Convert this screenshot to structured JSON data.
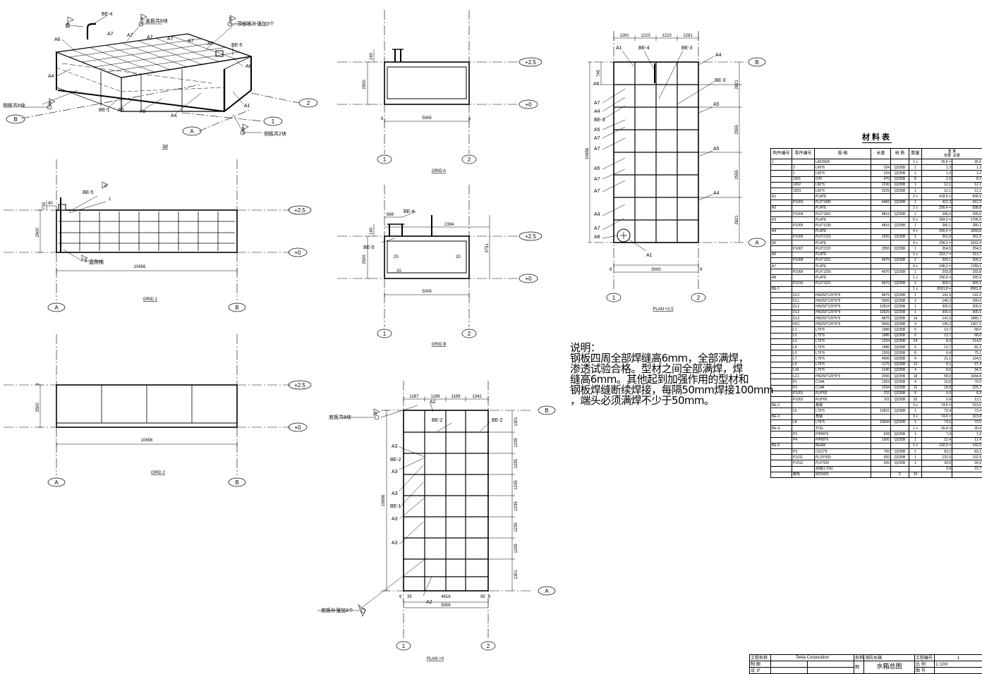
{
  "view_3d": {
    "caption": "3d",
    "labels": {
      "be4": "BE-4",
      "be5": "BE-5",
      "be1": "BE-1",
      "a1": "A1",
      "a4": "A4",
      "a5": "A5",
      "a6": "A6",
      "a7": "A7",
      "a8": "A8",
      "n6": "6",
      "n8": "8"
    },
    "notes": {
      "cover": "盖板共8块",
      "top_stiff": "顶部板补强加3个",
      "side8": "侧板共8块",
      "side2": "侧板共2块"
    },
    "axes": {
      "a": "A",
      "b": "B",
      "one": "1",
      "two": "2"
    }
  },
  "grid1": {
    "caption": "GRID 1",
    "level_top": "+2.5",
    "level_zero": "+0",
    "length": "10656",
    "height": "2500",
    "dim_733": "733",
    "dim_40": "40",
    "be5": "BE-5",
    "ladder_note": "直爬梯",
    "n6": "6",
    "n1": "1",
    "axis_a": "A",
    "axis_b": "B"
  },
  "grid2": {
    "caption": "GRID 2",
    "level_top": "+2.5",
    "level_zero": "+0",
    "length": "10656",
    "height": "2500",
    "dim5": "5",
    "axis_a": "A",
    "axis_b": "B"
  },
  "grid_a": {
    "caption": "GRID A",
    "level_top": "+2.5",
    "level_zero": "+0",
    "width": "5006",
    "height": "2500",
    "dim140": "140",
    "dim6": "6",
    "axis1": "1",
    "axis2": "2"
  },
  "grid_b": {
    "caption": "GRID B",
    "level_top": "+2.5",
    "level_zero": "+0",
    "width": "5006",
    "height": "2500",
    "dim140": "140",
    "dim3751": "3751",
    "d669": "669",
    "d2384": "2384",
    "d20": "20",
    "be4": "BE-4",
    "be5": "BE-5",
    "axis1": "1",
    "axis2": "2"
  },
  "plan0": {
    "caption": "PLAN +0",
    "width": "5006",
    "length": "10656",
    "level_zero": "+0",
    "top_dims": [
      "1267",
      "1199",
      "1199",
      "1342"
    ],
    "side_dims": [
      "1301",
      "1235",
      "1235",
      "1235",
      "1235",
      "1235",
      "1235",
      "1301"
    ],
    "bottom_dims": {
      "d6": "6",
      "d35": "35",
      "d4816": "4816",
      "d95": "95",
      "d6b": "6"
    },
    "labels": {
      "a2": "A2",
      "a3": "A3",
      "be1": "BE-1",
      "be2": "BE-2"
    },
    "notes": {
      "bottom": "底板共8块",
      "stiff": "底板补强加3个"
    },
    "axis_b": "B",
    "axis_a": "A",
    "axis1": "1",
    "axis2": "2"
  },
  "plan25": {
    "caption": "PLAN +2.5",
    "width": "5000",
    "length": "10656",
    "top_dims": [
      "1281",
      "1223",
      "1223",
      "1281"
    ],
    "side_dims": [
      "745",
      "2621",
      "2555",
      "2555",
      "2621"
    ],
    "d9": "9",
    "labels": {
      "a1": "A1",
      "a4": "A4",
      "a5": "A5",
      "a6": "A6",
      "a7": "A7",
      "a8": "A8",
      "be3": "BE-3",
      "be4": "BE-4"
    },
    "axis_b": "B",
    "axis_a": "A",
    "axis1": "1",
    "axis2": "2"
  },
  "notes": {
    "title": "说明：",
    "lines": [
      "钢板四周全部焊缝高6mm，全部满焊，",
      "渗透试验合格。型材之间全部满焊，焊",
      "缝高6mm。其他起到加强作用的型材和",
      "钢板焊缝断续焊接，每隔50mm焊接100mm",
      "，端头必须满焊不少于50mm。"
    ]
  },
  "material_table": {
    "title": "材料表",
    "headers": [
      "构件编号",
      "零件编号",
      "规 格",
      "长度",
      "材 质",
      "数量",
      "单重",
      "总重"
    ],
    "weight_header": "重 量",
    "rows": [
      [
        "1",
        "",
        "LADDER",
        "",
        "",
        "1 x",
        "35,6 =",
        "35,6"
      ],
      [
        "",
        "2",
        "L60*6",
        "234",
        "Q235B",
        "1",
        "1,3",
        "1,3"
      ],
      [
        "",
        "1",
        "L60*6",
        "234",
        "Q235B",
        "1",
        "1,3",
        "1,3"
      ],
      [
        "",
        "1001",
        "D20",
        "470",
        "Q235B",
        "8",
        "1,0",
        "8,3"
      ],
      [
        "",
        "1002",
        "L60*6",
        "2230",
        "Q235B",
        "1",
        "12,1",
        "12,1"
      ],
      [
        "",
        "1003",
        "L60*6",
        "2229",
        "Q235B",
        "1",
        "12,1",
        "12,1"
      ],
      [
        "A1",
        "",
        "PLATE",
        "",
        "",
        "2 x",
        "418,5 =",
        "836,9"
      ],
      [
        "",
        "P1003",
        "PL6*1980",
        "4466",
        "Q235B",
        "1",
        "412,3",
        "412,3"
      ],
      [
        "A2",
        "",
        "PLATE",
        "",
        "",
        "2 x",
        "299,4 =",
        "598,8"
      ],
      [
        "",
        "P1004",
        "PL6*1301",
        "4816",
        "Q235B",
        "1",
        "295,0",
        "295,0"
      ],
      [
        "A3",
        "",
        "PLATE",
        "",
        "",
        "6 x",
        "284,3 =",
        "1706,0"
      ],
      [
        "",
        "P1005",
        "PL6*1235",
        "4816",
        "Q235B",
        "1",
        "280,1",
        "280,1"
      ],
      [
        "A4",
        "",
        "PLATE",
        "",
        "",
        "4 x",
        "265,0 =",
        "1059,8"
      ],
      [
        "",
        "P1006",
        "PL6*2115",
        "2620",
        "Q235B",
        "1",
        "261,0",
        "261,0"
      ],
      [
        "A5",
        "",
        "PLATE",
        "",
        "",
        "4 x",
        "258,3 =",
        "1033,4"
      ],
      [
        "",
        "P1007",
        "PL6*2115",
        "2555",
        "Q235B",
        "1",
        "254,5",
        "254,5"
      ],
      [
        "A6",
        "",
        "PLATE",
        "",
        "",
        "1 x",
        "313,7 =",
        "313,7"
      ],
      [
        "",
        "P1008",
        "PL6*1321",
        "4970",
        "Q235B",
        "1",
        "309,1",
        "309,1"
      ],
      [
        "A7",
        "",
        "PLATE",
        "",
        "",
        "6 x",
        "298,2 =",
        "1789,1"
      ],
      [
        "",
        "P1009",
        "PL6*1255",
        "4970",
        "Q235B",
        "1",
        "293,8",
        "293,8"
      ],
      [
        "A8",
        "",
        "PLATE",
        "",
        "",
        "1 x",
        "290,9 =",
        "290,9"
      ],
      [
        "",
        "P1010",
        "PL6*1321",
        "4970",
        "Q235B",
        "1",
        "309,1",
        "309,1"
      ],
      [
        "BE-1",
        "",
        "",
        "",
        "",
        "1 x",
        "6561,8 =",
        "6561,8"
      ],
      [
        "",
        "DL3",
        "HN250*125*6*9",
        "4875",
        "Q235B",
        "1",
        "141,5",
        "141,5"
      ],
      [
        "",
        "DL1",
        "HN250*125*6*9",
        "5006",
        "Q235B",
        "2",
        "145,3",
        "290,6"
      ],
      [
        "",
        "DL2",
        "HN250*125*6*9",
        "10524",
        "Q235B",
        "1",
        "305,5",
        "305,5"
      ],
      [
        "",
        "DL2",
        "HN250*125*6*9",
        "10525",
        "Q235B",
        "1",
        "305,5",
        "305,5"
      ],
      [
        "",
        "DL3",
        "HN250*125*6*9",
        "4875",
        "Q235B",
        "14",
        "141,5",
        "1980,7"
      ],
      [
        "",
        "HZ1",
        "HN250*125*6*9",
        "5006",
        "Q235B",
        "9",
        "145,3",
        "1307,5"
      ],
      [
        "",
        "L1",
        "L75*6",
        "1986",
        "Q235B",
        "5",
        "13,7",
        "68,6"
      ],
      [
        "",
        "L2",
        "L75*6",
        "1986",
        "Q235B",
        "5",
        "13,7",
        "68,6"
      ],
      [
        "",
        "L3",
        "L75*6",
        "1294",
        "Q235B",
        "24",
        "8,9",
        "214,5"
      ],
      [
        "",
        "L4",
        "L75*6",
        "1986",
        "Q235B",
        "6",
        "13,7",
        "82,3"
      ],
      [
        "",
        "L5",
        "L75*6",
        "1359",
        "Q235B",
        "8",
        "9,4",
        "75,1"
      ],
      [
        "",
        "L7",
        "L75*6",
        "4506",
        "Q235B",
        "4",
        "31,1",
        "124,5"
      ],
      [
        "",
        "L9",
        "L75*6",
        "1175",
        "Q235B",
        "12",
        "8,1",
        "97,4"
      ],
      [
        "",
        "L10",
        "L75*6",
        "1240",
        "Q235B",
        "4",
        "8,6",
        "34,3"
      ],
      [
        "",
        "LZ1",
        "HN250*125*6*9",
        "2000",
        "Q235B",
        "18",
        "58,0",
        "1044,8"
      ],
      [
        "",
        "P1",
        "C14A",
        "1359",
        "Q235B",
        "4",
        "19,8",
        "79,0"
      ],
      [
        "",
        "P2",
        "C14A",
        "1294",
        "Q235B",
        "12",
        "18,8",
        "225,7"
      ],
      [
        "",
        "P1001",
        "PL8*60",
        "232",
        "Q235B",
        "8",
        "0,9",
        "6,9"
      ],
      [
        "",
        "P1002",
        "PL8*60",
        "101",
        "Q235B",
        "32",
        "0,4",
        "12,1"
      ],
      [
        "BE-2",
        "",
        "角钢",
        "",
        "",
        "3 x",
        "74,5 =",
        "223,5"
      ],
      [
        "",
        "L6",
        "L75*6",
        "10631",
        "Q235B",
        "1",
        "73,4",
        "73,4"
      ],
      [
        "BE-3",
        "",
        "角钢",
        "",
        "",
        "3 x",
        "74,6 =",
        "223,8"
      ],
      [
        "",
        "L8",
        "L75*6",
        "10644",
        "Q235B",
        "1",
        "73,5",
        "73,5"
      ],
      [
        "BE-4",
        "",
        "TOG",
        "",
        "",
        "1 x",
        "20,4 =",
        "20,4"
      ],
      [
        "",
        "P5",
        "PIP89*6",
        "628",
        "Q235B",
        "1",
        "7,9",
        "7,9"
      ],
      [
        "",
        "P4",
        "PIP89*6",
        "1000",
        "Q235B",
        "1",
        "12,4",
        "12,4"
      ],
      [
        "BE-5",
        "",
        "BEAM",
        "",
        "",
        "1 x",
        "142,0 =",
        "142,0"
      ],
      [
        "",
        "P3",
        "C612*6",
        "700",
        "Q235B",
        "1",
        "83,2",
        "83,2"
      ],
      [
        "",
        "P1011",
        "PL20*920",
        "920",
        "Q235B",
        "1",
        "132,9",
        "132,9"
      ],
      [
        "",
        "P1012",
        "PL6*920",
        "920",
        "Q235B",
        "1",
        "39,9",
        "39,9"
      ],
      [
        "",
        "",
        "焊缝(1.5%)",
        "",
        "",
        "",
        "3,9",
        "15,7"
      ],
      [
        "",
        "螺栓",
        "M20X65",
        "",
        "C",
        "10",
        "",
        ""
      ]
    ]
  },
  "title_block": {
    "project_name_label": "工程名称",
    "project_name": "Tekla Corporation",
    "name_label": "名称",
    "name_value": "消防水箱",
    "project_no_label": "工程编号",
    "project_no": "1",
    "drawn_label": "制 图",
    "scale_label": "比 例",
    "scale": "1:100",
    "design_label": "设 计",
    "drawing_label": "图",
    "drawing_title": "水箱总图",
    "sheet_label": "图 号"
  }
}
